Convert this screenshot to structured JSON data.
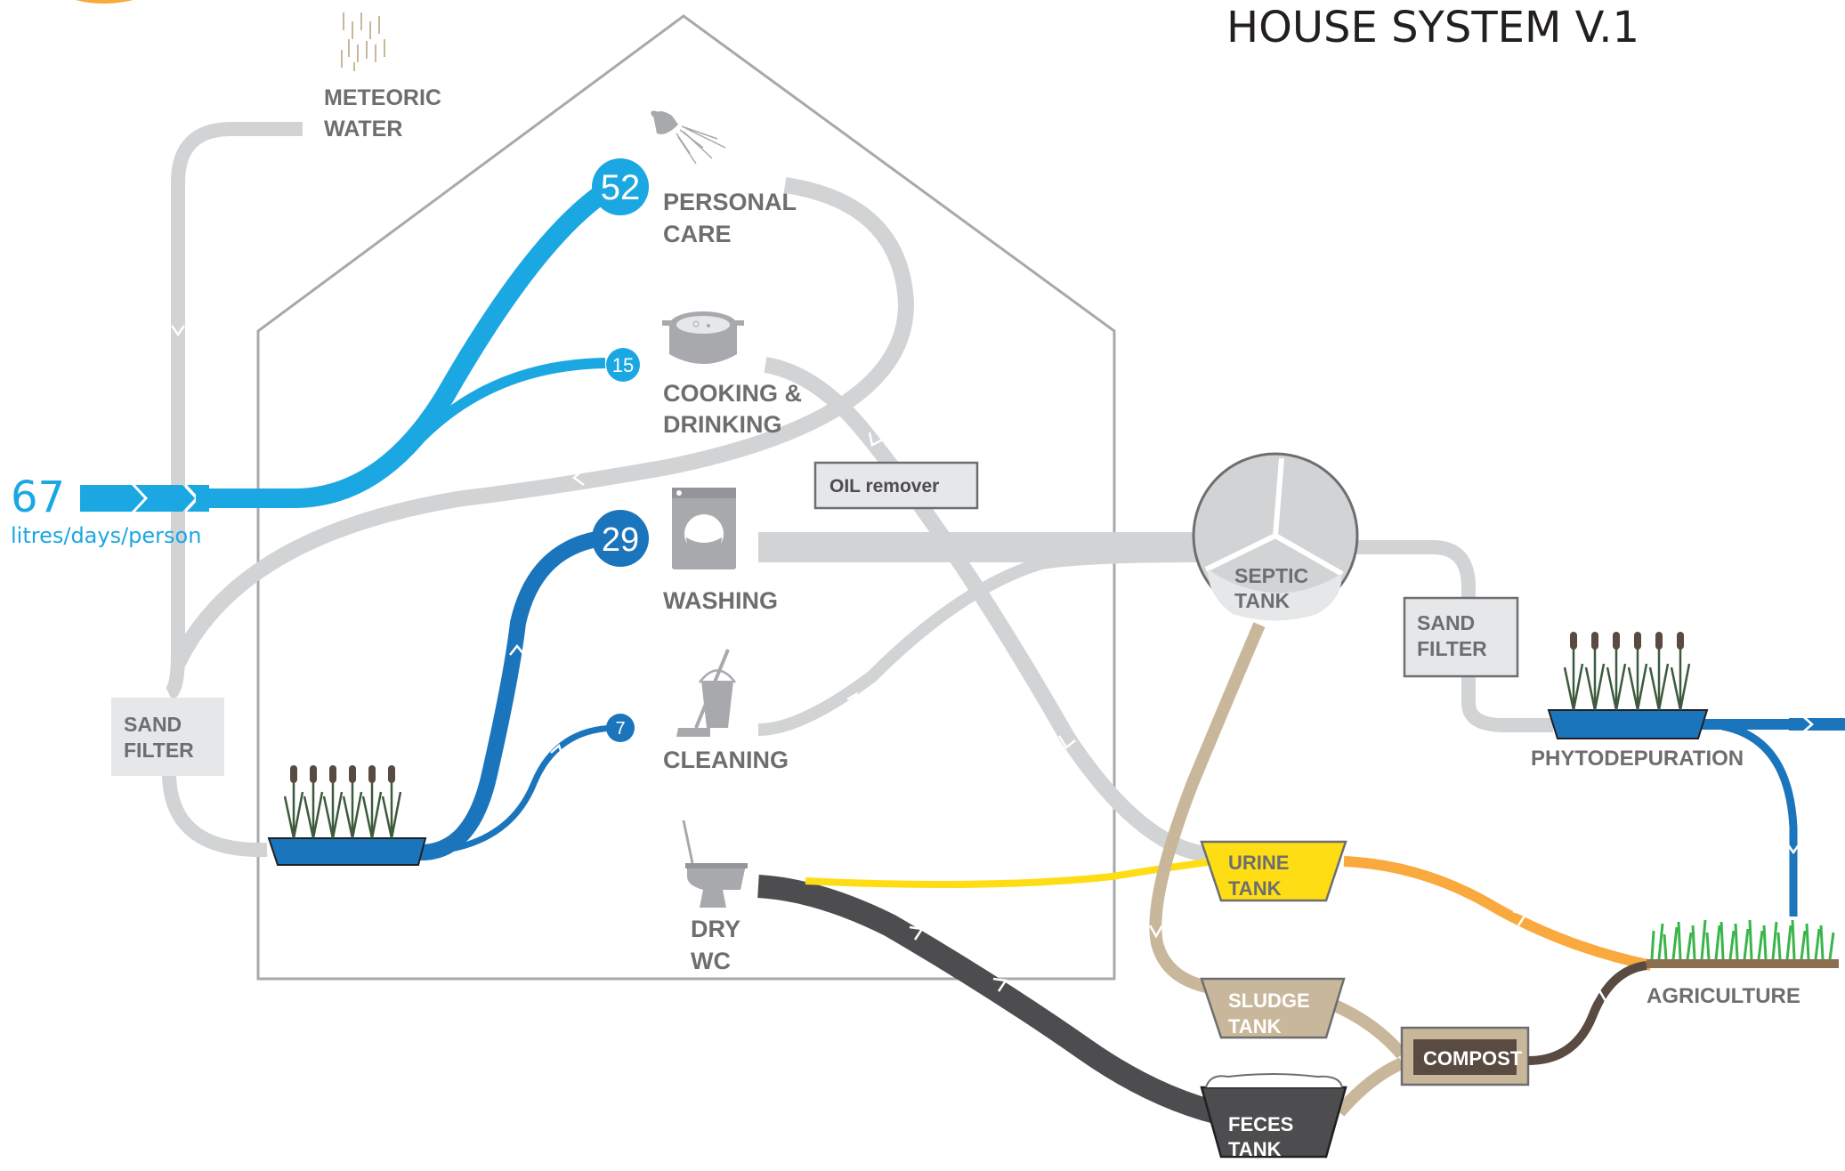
{
  "title": "HOUSE SYSTEM V.1",
  "intake": {
    "value": "67",
    "unit": "litres/days/person"
  },
  "sources": {
    "meteoric_line1": "METEORIC",
    "meteoric_line2": "WATER"
  },
  "uses": {
    "personal_care": {
      "line1": "PERSONAL",
      "line2": "CARE",
      "litres": "52"
    },
    "cooking": {
      "line1": "COOKING &",
      "line2": "DRINKING",
      "litres": "15"
    },
    "washing": {
      "line1": "WASHING",
      "litres": "29"
    },
    "cleaning": {
      "line1": "CLEANING",
      "litres": "7"
    },
    "dry_wc": {
      "line1": "DRY",
      "line2": "WC"
    }
  },
  "treatment": {
    "sand_filter_left": {
      "line1": "SAND",
      "line2": "FILTER"
    },
    "sand_filter_right": {
      "line1": "SAND",
      "line2": "FILTER"
    },
    "oil_remover": "OIL remover",
    "septic_tank": {
      "line1": "SEPTIC",
      "line2": "TANK"
    },
    "phytodepuration": "PHYTODEPURATION"
  },
  "tanks": {
    "urine": {
      "line1": "URINE",
      "line2": "TANK"
    },
    "sludge": {
      "line1": "SLUDGE",
      "line2": "TANK"
    },
    "feces": {
      "line1": "FECES",
      "line2": "TANK"
    },
    "compost": "COMPOST"
  },
  "destinations": {
    "agriculture": "AGRICULTURE"
  },
  "colors": {
    "fresh_water": "#1ba7e2",
    "recycled_water": "#1b75bc",
    "grey_water": "#d1d3d4",
    "urine": "#ffdd15",
    "urine_fertilizer": "#f9a93d",
    "sludge": "#c8b79a",
    "feces": "#4d4d4f",
    "compost": "#594a42",
    "house_outline": "#a7a9ac"
  },
  "icons": [
    "rain-icon",
    "shower-icon",
    "pot-icon",
    "washing-machine-icon",
    "mop-bucket-icon",
    "toilet-icon",
    "reeds-icon",
    "grass-icon"
  ]
}
